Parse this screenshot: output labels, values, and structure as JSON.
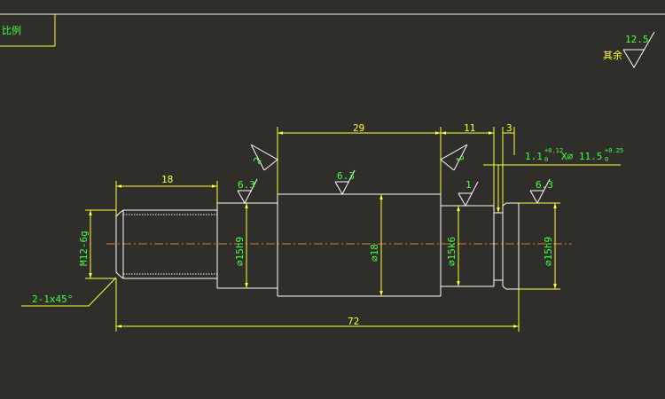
{
  "title_block": {
    "text": "比例"
  },
  "roughness": {
    "general_value": "12.5",
    "general_label": "其余",
    "values": [
      "6.3",
      "6.3",
      "1",
      "6.3"
    ]
  },
  "tolerance_marks": {
    "left": "2",
    "right": "2"
  },
  "dimensions": {
    "d_29": "29",
    "d_11": "11",
    "d_3": "3",
    "d_18": "18",
    "d_72": "72",
    "thread": "M12-6g",
    "chamfer": "2-1x45°",
    "dia_15h9_left": "⌀15h9",
    "dia_18": "⌀18",
    "dia_15k6": "⌀15k6",
    "dia_15h9_right": "⌀15h9",
    "groove_main": "1.1",
    "groove_tol_upper": "+0.12",
    "groove_tol_lower": "0",
    "groove_mid": "X⌀ 11.5",
    "groove_dia_tol_upper": "+0.25",
    "groove_dia_tol_lower": "0"
  },
  "colors": {
    "background": "#302e2a",
    "geometry": "#ffffff",
    "dimension": "#ffff33",
    "text": "#44ff44",
    "centerline": "#d47a3a"
  }
}
